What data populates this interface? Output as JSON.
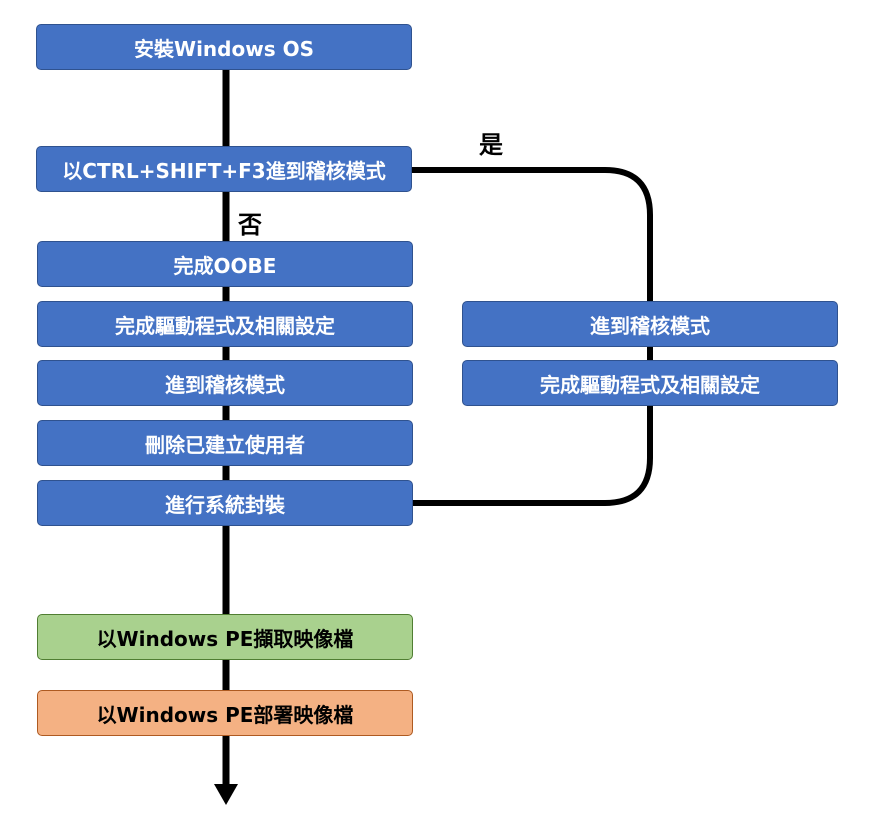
{
  "steps": {
    "install": "安裝Windows OS",
    "enter_audit_shortcut": "以CTRL+SHIFT+F3進到稽核模式",
    "complete_oobe": "完成OOBE",
    "drivers_left": "完成驅動程式及相關設定",
    "audit_left": "進到稽核模式",
    "delete_users": "刪除已建立使用者",
    "sysprep": "進行系統封裝",
    "capture_image": "以Windows PE擷取映像檔",
    "deploy_image": "以Windows PE部署映像檔",
    "audit_right": "進到稽核模式",
    "drivers_right": "完成驅動程式及相關設定"
  },
  "branch_labels": {
    "yes": "是",
    "no": "否"
  },
  "colors": {
    "process_fill": "#4472c4",
    "process_border": "#2f528f",
    "capture_fill": "#a9d18e",
    "deploy_fill": "#f4b183",
    "connector": "#000000"
  }
}
